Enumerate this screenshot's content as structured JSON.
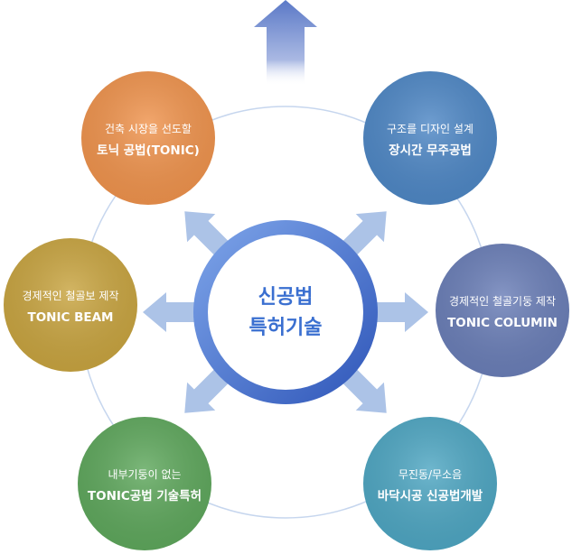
{
  "center": {
    "line1": "신공법",
    "line2": "특허기술",
    "text_color": "#3a6fd0",
    "ring_color": "#4a77cf"
  },
  "nodes": [
    {
      "line1": "건축 시장을 선도할",
      "line2": "토닉 공법(TONIC)",
      "color": "#f0944e"
    },
    {
      "line1": "구조를 디자인 설계",
      "line2": "장시간 무주공법",
      "color": "#4f88c6"
    },
    {
      "line1": "경제적인 철골기둥 제작",
      "line2": "TONIC COLUMIN",
      "color": "#6b7fb8"
    },
    {
      "line1": "무진동/무소음",
      "line2": "바닥시공 신공법개발",
      "color": "#4fa7c3"
    },
    {
      "line1": "내부기둥이 없는",
      "line2": "TONIC공법 기술특허",
      "color": "#5fa85d"
    },
    {
      "line1": "경제적인 철골보 제작",
      "line2": "TONIC BEAM",
      "color": "#c9a541"
    }
  ],
  "arrow_color": "#a8c0e6",
  "orbit_color": "#c6d6ee"
}
